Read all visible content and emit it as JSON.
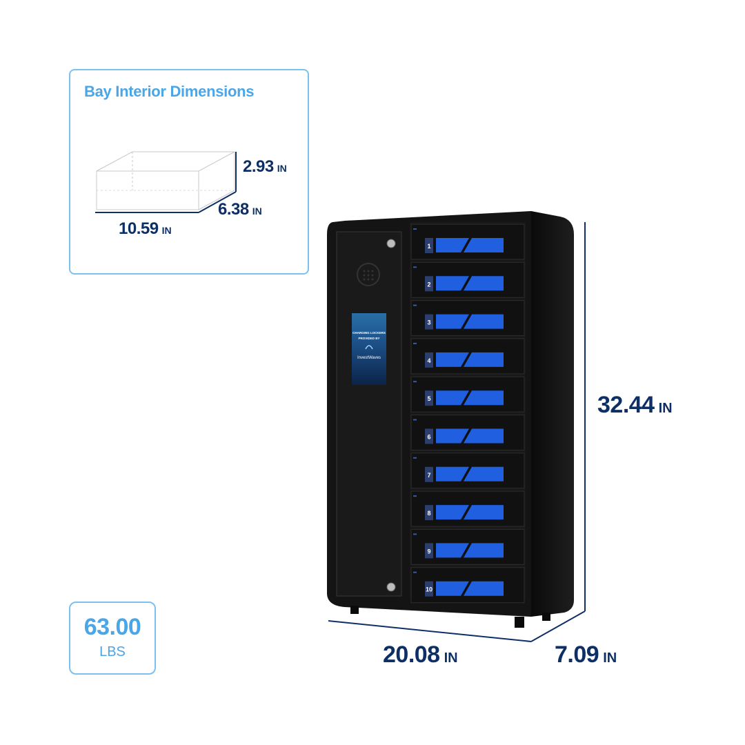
{
  "bay": {
    "title": "Bay Interior Dimensions",
    "height": {
      "value": "2.93",
      "unit": "IN"
    },
    "depth": {
      "value": "6.38",
      "unit": "IN"
    },
    "width": {
      "value": "10.59",
      "unit": "IN"
    }
  },
  "weight": {
    "value": "63.00",
    "unit": "LBS"
  },
  "overall": {
    "height": {
      "value": "32.44",
      "unit": "IN"
    },
    "width": {
      "value": "20.08",
      "unit": "IN"
    },
    "depth": {
      "value": "7.09",
      "unit": "IN"
    }
  },
  "screen": {
    "line1": "CHARGING LOCKERS",
    "line2": "PROVIDED BY",
    "brand": "InvestWaves"
  },
  "bays": [
    "1",
    "2",
    "3",
    "4",
    "5",
    "6",
    "7",
    "8",
    "9",
    "10"
  ],
  "colors": {
    "navy": "#0d2f66",
    "sky": "#4aa6e6",
    "door_light": "#1f5fe0",
    "cabinet": "#121212"
  }
}
